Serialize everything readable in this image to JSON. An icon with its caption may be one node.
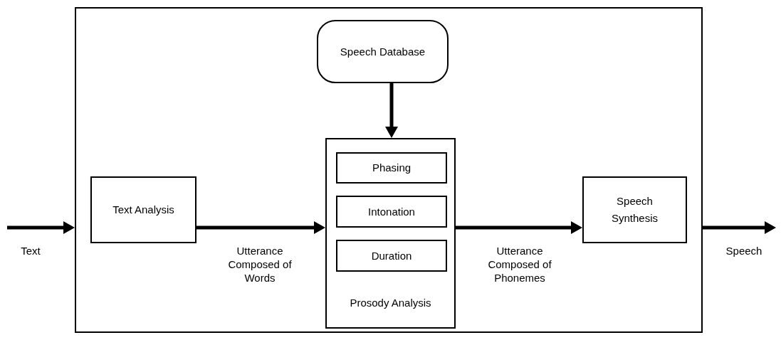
{
  "diagram": {
    "nodes": [
      {
        "text": [],
        "shape": "box"
      },
      {
        "text": [
          "Speech Database"
        ],
        "in": 0
      },
      {
        "text": [
          "Text Analysis"
        ],
        "in": 0
      },
      {
        "text": [
          "Prosody Analysis"
        ],
        "in": 0
      },
      {
        "text": [
          "Phasing"
        ],
        "in": 3
      },
      {
        "text": [
          "Intonation"
        ],
        "in": 3
      },
      {
        "text": [
          "Duration"
        ],
        "in": 3
      },
      {
        "text": [
          "Speech Synthesis"
        ],
        "in": 0
      }
    ],
    "edges": [
      {
        "from": null,
        "to": 0,
        "arrow": "to",
        "label": "Text"
      },
      {
        "from": 2,
        "to": 3,
        "arrow": "to",
        "label": "Utterance Composed of Words"
      },
      {
        "from": 1,
        "to": 3,
        "arrow": "to"
      },
      {
        "from": 3,
        "to": 7,
        "arrow": "to",
        "label": "Utterance Composed of Phonemes"
      },
      {
        "from": 0,
        "to": null,
        "arrow": "to",
        "label": "Speech"
      }
    ]
  }
}
